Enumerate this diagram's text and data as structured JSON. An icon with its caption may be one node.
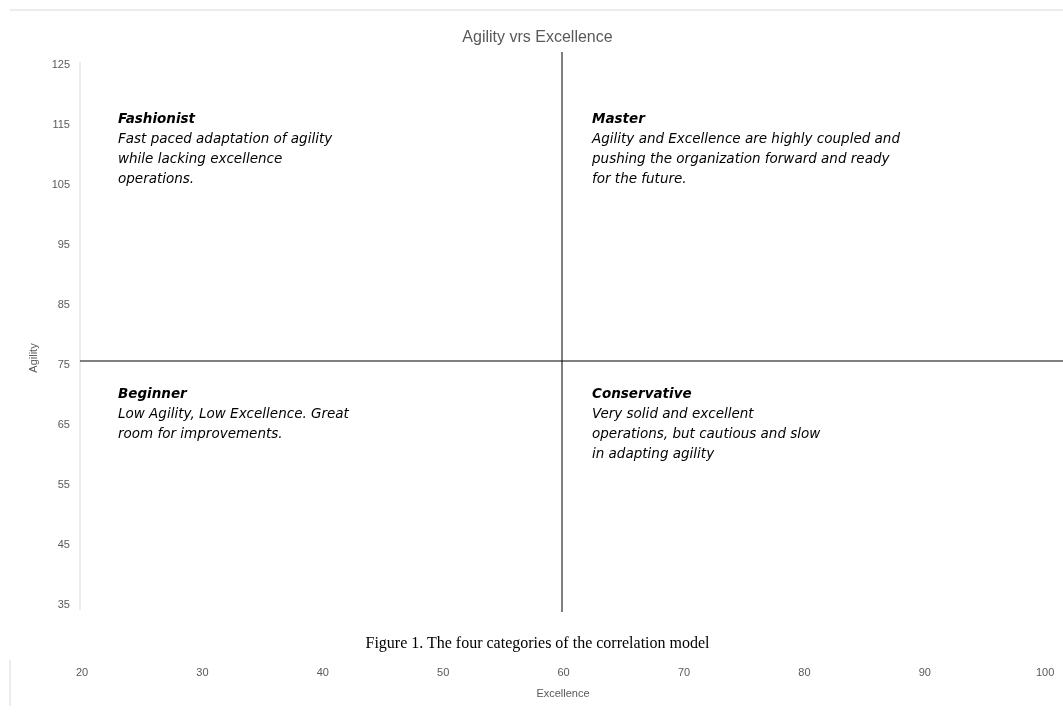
{
  "diagram": {
    "title": "Agility vrs Excellence",
    "caption": "Figure 1. The four categories of the correlation model",
    "nodes": [
      {
        "text": [
          "Fashionist",
          "Fast paced adaptation of agility while lacking excellence operations."
        ]
      },
      {
        "text": [
          "Master",
          "Agility and Excellence are highly coupled and pushing the organization forward and ready for the future."
        ]
      },
      {
        "text": [
          "Beginner",
          "Low Agility, Low Excellence. Great room for improvements."
        ]
      },
      {
        "text": [
          "Conservative",
          "Very solid and excellent operations, but cautious and slow in adapting agility"
        ]
      }
    ],
    "labels": [
      "125",
      "115",
      "105",
      "95",
      "85",
      "75",
      "65",
      "55",
      "45",
      "35",
      "Agility",
      "20",
      "30",
      "40",
      "50",
      "60",
      "70",
      "80",
      "90",
      "100",
      "Excellence"
    ]
  }
}
